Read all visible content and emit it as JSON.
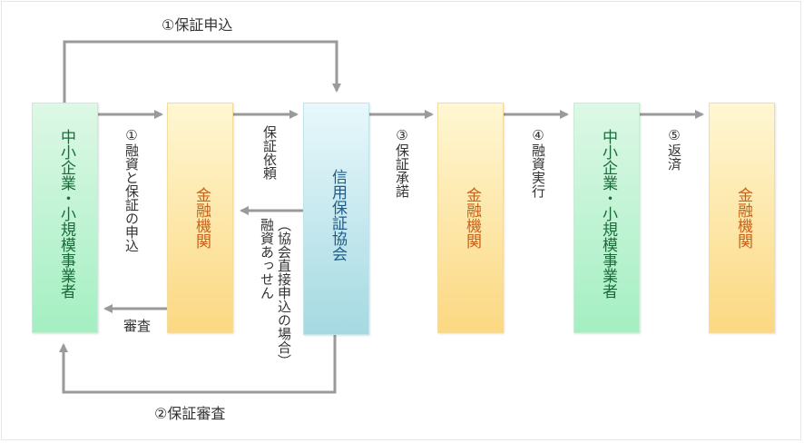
{
  "nodes": {
    "sme_left": "中小企業・小規模事業者",
    "bank_1": "金融機関",
    "guarantee_assoc": "信用保証協会",
    "bank_2": "金融機関",
    "sme_right": "中小企業・小規模事業者",
    "bank_3": "金融機関"
  },
  "labels": {
    "top_loop": "①保証申込",
    "bottom_loop": "②保証審査",
    "loan_and_guarantee_request": "①融資と保証の申込",
    "examination": "審査",
    "guarantee_request": "保証依頼",
    "direct_case_note": "（協会直接申込の場合）",
    "loan_referral": "融資あっせん",
    "guarantee_approval": "③保証承諾",
    "loan_execution": "④融資実行",
    "repayment": "⑤返済"
  },
  "colors": {
    "arrow": "#9a9a9a",
    "sme_text": "#1b6b3a",
    "bank_text": "#c8611a",
    "assoc_text": "#1d5c8a"
  }
}
